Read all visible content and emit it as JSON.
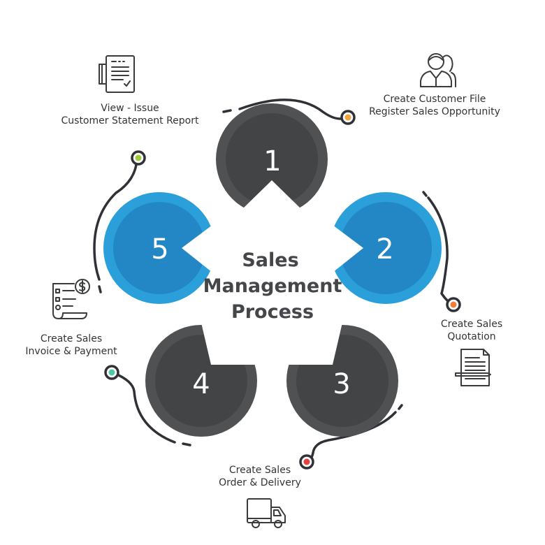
{
  "center": {
    "title_lines": [
      "Sales",
      "Management",
      "Process"
    ]
  },
  "colors": {
    "dark": "#505153",
    "dark_inner": "#434446",
    "blue": "#2b9fd9",
    "blue_inner": "#2287c4",
    "line": "#2f3136",
    "dot_orange_1": "#f2a33a",
    "dot_orange_2": "#f47b3a",
    "dot_red": "#e6403f",
    "dot_teal": "#4fc7ad",
    "dot_green": "#9ccc3c"
  },
  "steps": [
    {
      "number": "1",
      "label_lines": [
        "Create Customer File",
        "Register Sales Opportunity"
      ],
      "icon": "customers-icon",
      "color": "dark",
      "dot": "dot_orange_1"
    },
    {
      "number": "2",
      "label_lines": [
        "Create Sales",
        "Quotation"
      ],
      "icon": "quotation-document-icon",
      "color": "blue",
      "dot": "dot_orange_2"
    },
    {
      "number": "3",
      "label_lines": [
        "Create Sales",
        "Order &  Delivery"
      ],
      "icon": "delivery-truck-icon",
      "color": "dark",
      "dot": "dot_red"
    },
    {
      "number": "4",
      "label_lines": [
        "Create Sales",
        "Invoice & Payment"
      ],
      "icon": "invoice-dollar-icon",
      "color": "dark",
      "dot": "dot_teal"
    },
    {
      "number": "5",
      "label_lines": [
        "View - Issue",
        "Customer Statement Report"
      ],
      "icon": "statement-report-icon",
      "color": "blue",
      "dot": "dot_green"
    }
  ]
}
